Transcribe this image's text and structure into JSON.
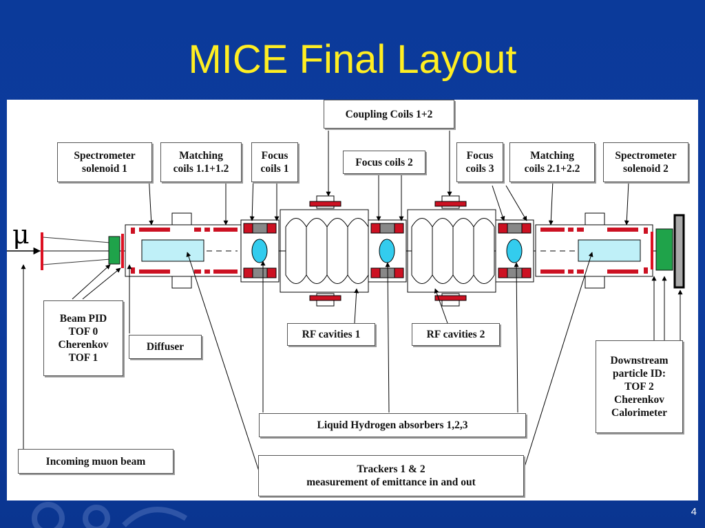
{
  "slide": {
    "title": "MICE Final Layout",
    "page_number": "4"
  },
  "diagram": {
    "beam_symbol": "μ",
    "labels": {
      "coupling_coils": "Coupling Coils 1+2",
      "spectrometer_1": [
        "Spectrometer",
        "solenoid 1"
      ],
      "matching_1": [
        "Matching",
        "coils 1.1+1.2"
      ],
      "focus_1": [
        "Focus",
        "coils 1"
      ],
      "focus_2": "Focus coils 2",
      "focus_3": [
        "Focus",
        "coils 3"
      ],
      "matching_2": [
        "Matching",
        "coils 2.1+2.2"
      ],
      "spectrometer_2": [
        "Spectrometer",
        "solenoid 2"
      ],
      "beam_pid": [
        "Beam PID",
        "TOF 0",
        "Cherenkov",
        "TOF 1"
      ],
      "diffuser": "Diffuser",
      "rf_cavities_1": "RF cavities 1",
      "rf_cavities_2": "RF cavities 2",
      "downstream_pid": [
        "Downstream",
        "particle ID:",
        "TOF 2",
        "Cherenkov",
        "Calorimeter"
      ],
      "lh2_absorbers": "Liquid Hydrogen absorbers 1,2,3",
      "incoming_beam": "Incoming muon beam",
      "trackers": [
        "Trackers 1 & 2",
        "measurement of emittance in and out"
      ]
    },
    "colors": {
      "coil": "#cc1122",
      "tracker": "#bff0f8",
      "absorber": "#33ccee",
      "pid": "#1fa34a",
      "title": "#ffee22"
    }
  }
}
